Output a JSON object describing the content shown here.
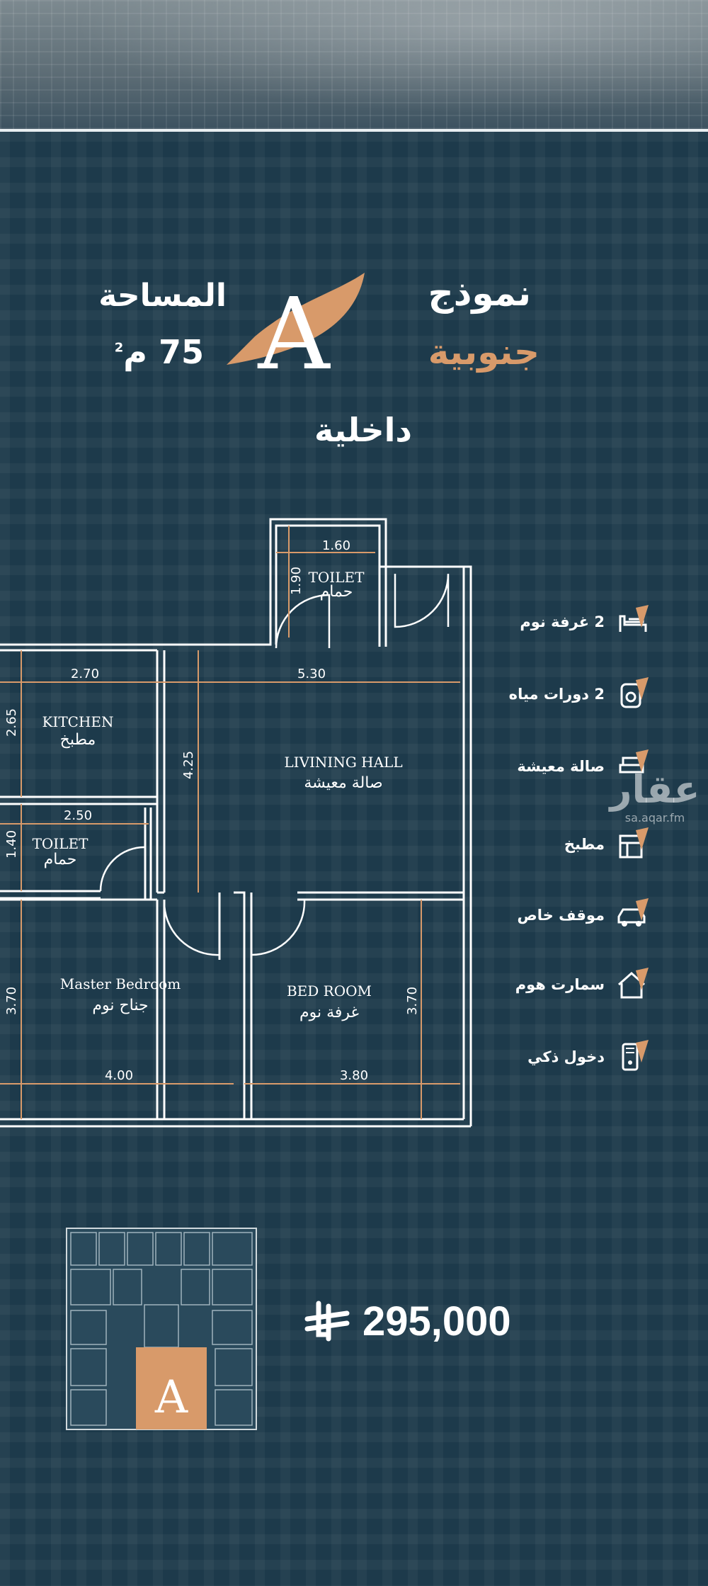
{
  "header": {
    "model_word": "نموذج",
    "orientation_word": "جنوبية",
    "position_word": "داخلية",
    "model_letter": "A",
    "area_label": "المساحة",
    "area_value": "75",
    "area_unit": "م",
    "area_unit_sup": "2"
  },
  "floorplan": {
    "rooms": {
      "toilet_top_en": "TOILET",
      "toilet_top_ar": "حمام",
      "kitchen_en": "KITCHEN",
      "kitchen_ar": "مطبخ",
      "living_en": "LIVINING HALL",
      "living_ar": "صالة معيشة",
      "toilet_left_en": "TOILET",
      "toilet_left_ar": "حمام",
      "master_en": "Master Bedroom",
      "master_ar": "جناح نوم",
      "bed_en": "BED ROOM",
      "bed_ar": "غرفة نوم"
    },
    "dimensions": {
      "toilet_top_w": "1.60",
      "toilet_top_h": "1.90",
      "kitchen_w": "2.70",
      "kitchen_h": "2.65",
      "living_w": "5.30",
      "living_h": "4.25",
      "toilet_left_w": "2.50",
      "toilet_left_h": "1.40",
      "master_w": "4.00",
      "master_h": "3.70",
      "bed_w": "3.80",
      "bed_h": "3.70"
    }
  },
  "features": [
    {
      "label": "2 غرفة نوم",
      "icon": "bed-icon"
    },
    {
      "label": "2 دورات مياه",
      "icon": "toilet-icon"
    },
    {
      "label": "صالة معيشة",
      "icon": "sofa-icon"
    },
    {
      "label": "مطبخ",
      "icon": "kitchen-icon"
    },
    {
      "label": "موقف خاص",
      "icon": "car-icon"
    },
    {
      "label": "سمارت هوم",
      "icon": "smart-home-icon"
    },
    {
      "label": "دخول ذكي",
      "icon": "smart-lock-icon"
    }
  ],
  "watermark": {
    "logo": "عقار",
    "url": "sa.aqar.fm"
  },
  "price": {
    "value": "295,000",
    "currency_icon": "riyal-icon"
  },
  "mini_plan": {
    "letter": "A"
  },
  "colors": {
    "background": "#1d3a4b",
    "accent": "#d89a6a",
    "text": "#ffffff"
  }
}
